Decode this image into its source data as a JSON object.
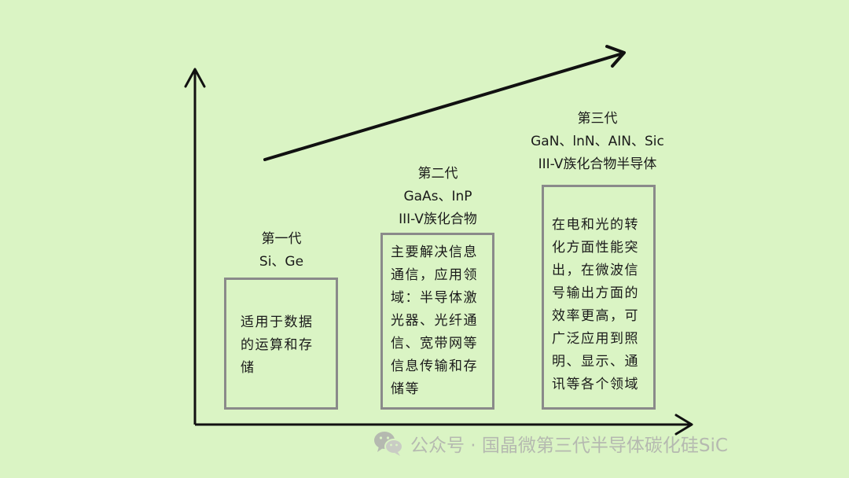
{
  "colors": {
    "background": "#daf4c4",
    "ink": "#1a1a1a",
    "box_border": "#8a8a8a",
    "watermark": "#b5b9b0"
  },
  "generations": [
    {
      "title": "第一代",
      "materials": "Si、Ge",
      "description_lines": [
        "适用于数据",
        "的运算和存",
        "储"
      ]
    },
    {
      "title": "第二代",
      "materials": "GaAs、InP",
      "compound": "III-V族化合物",
      "description_lines": [
        "主要解决信息",
        "通信，应用领",
        "域：半导体激",
        "光器、光纤通",
        "信、宽带网等",
        "信息传输和存",
        "储等"
      ]
    },
    {
      "title": "第三代",
      "materials": "GaN、lnN、AIN、Sic",
      "compound": "III-V族化合物半导体",
      "description_lines": [
        "在电和光的转",
        "化方面性能突",
        "出，在微波信",
        "号输出方面的",
        "效率更高，可",
        "广泛应用到照",
        "明、显示、通",
        "讯等各个领域"
      ]
    }
  ],
  "watermark": {
    "icon": "wechat-icon",
    "text": "公众号 · 国晶微第三代半导体碳化硅SiC"
  }
}
